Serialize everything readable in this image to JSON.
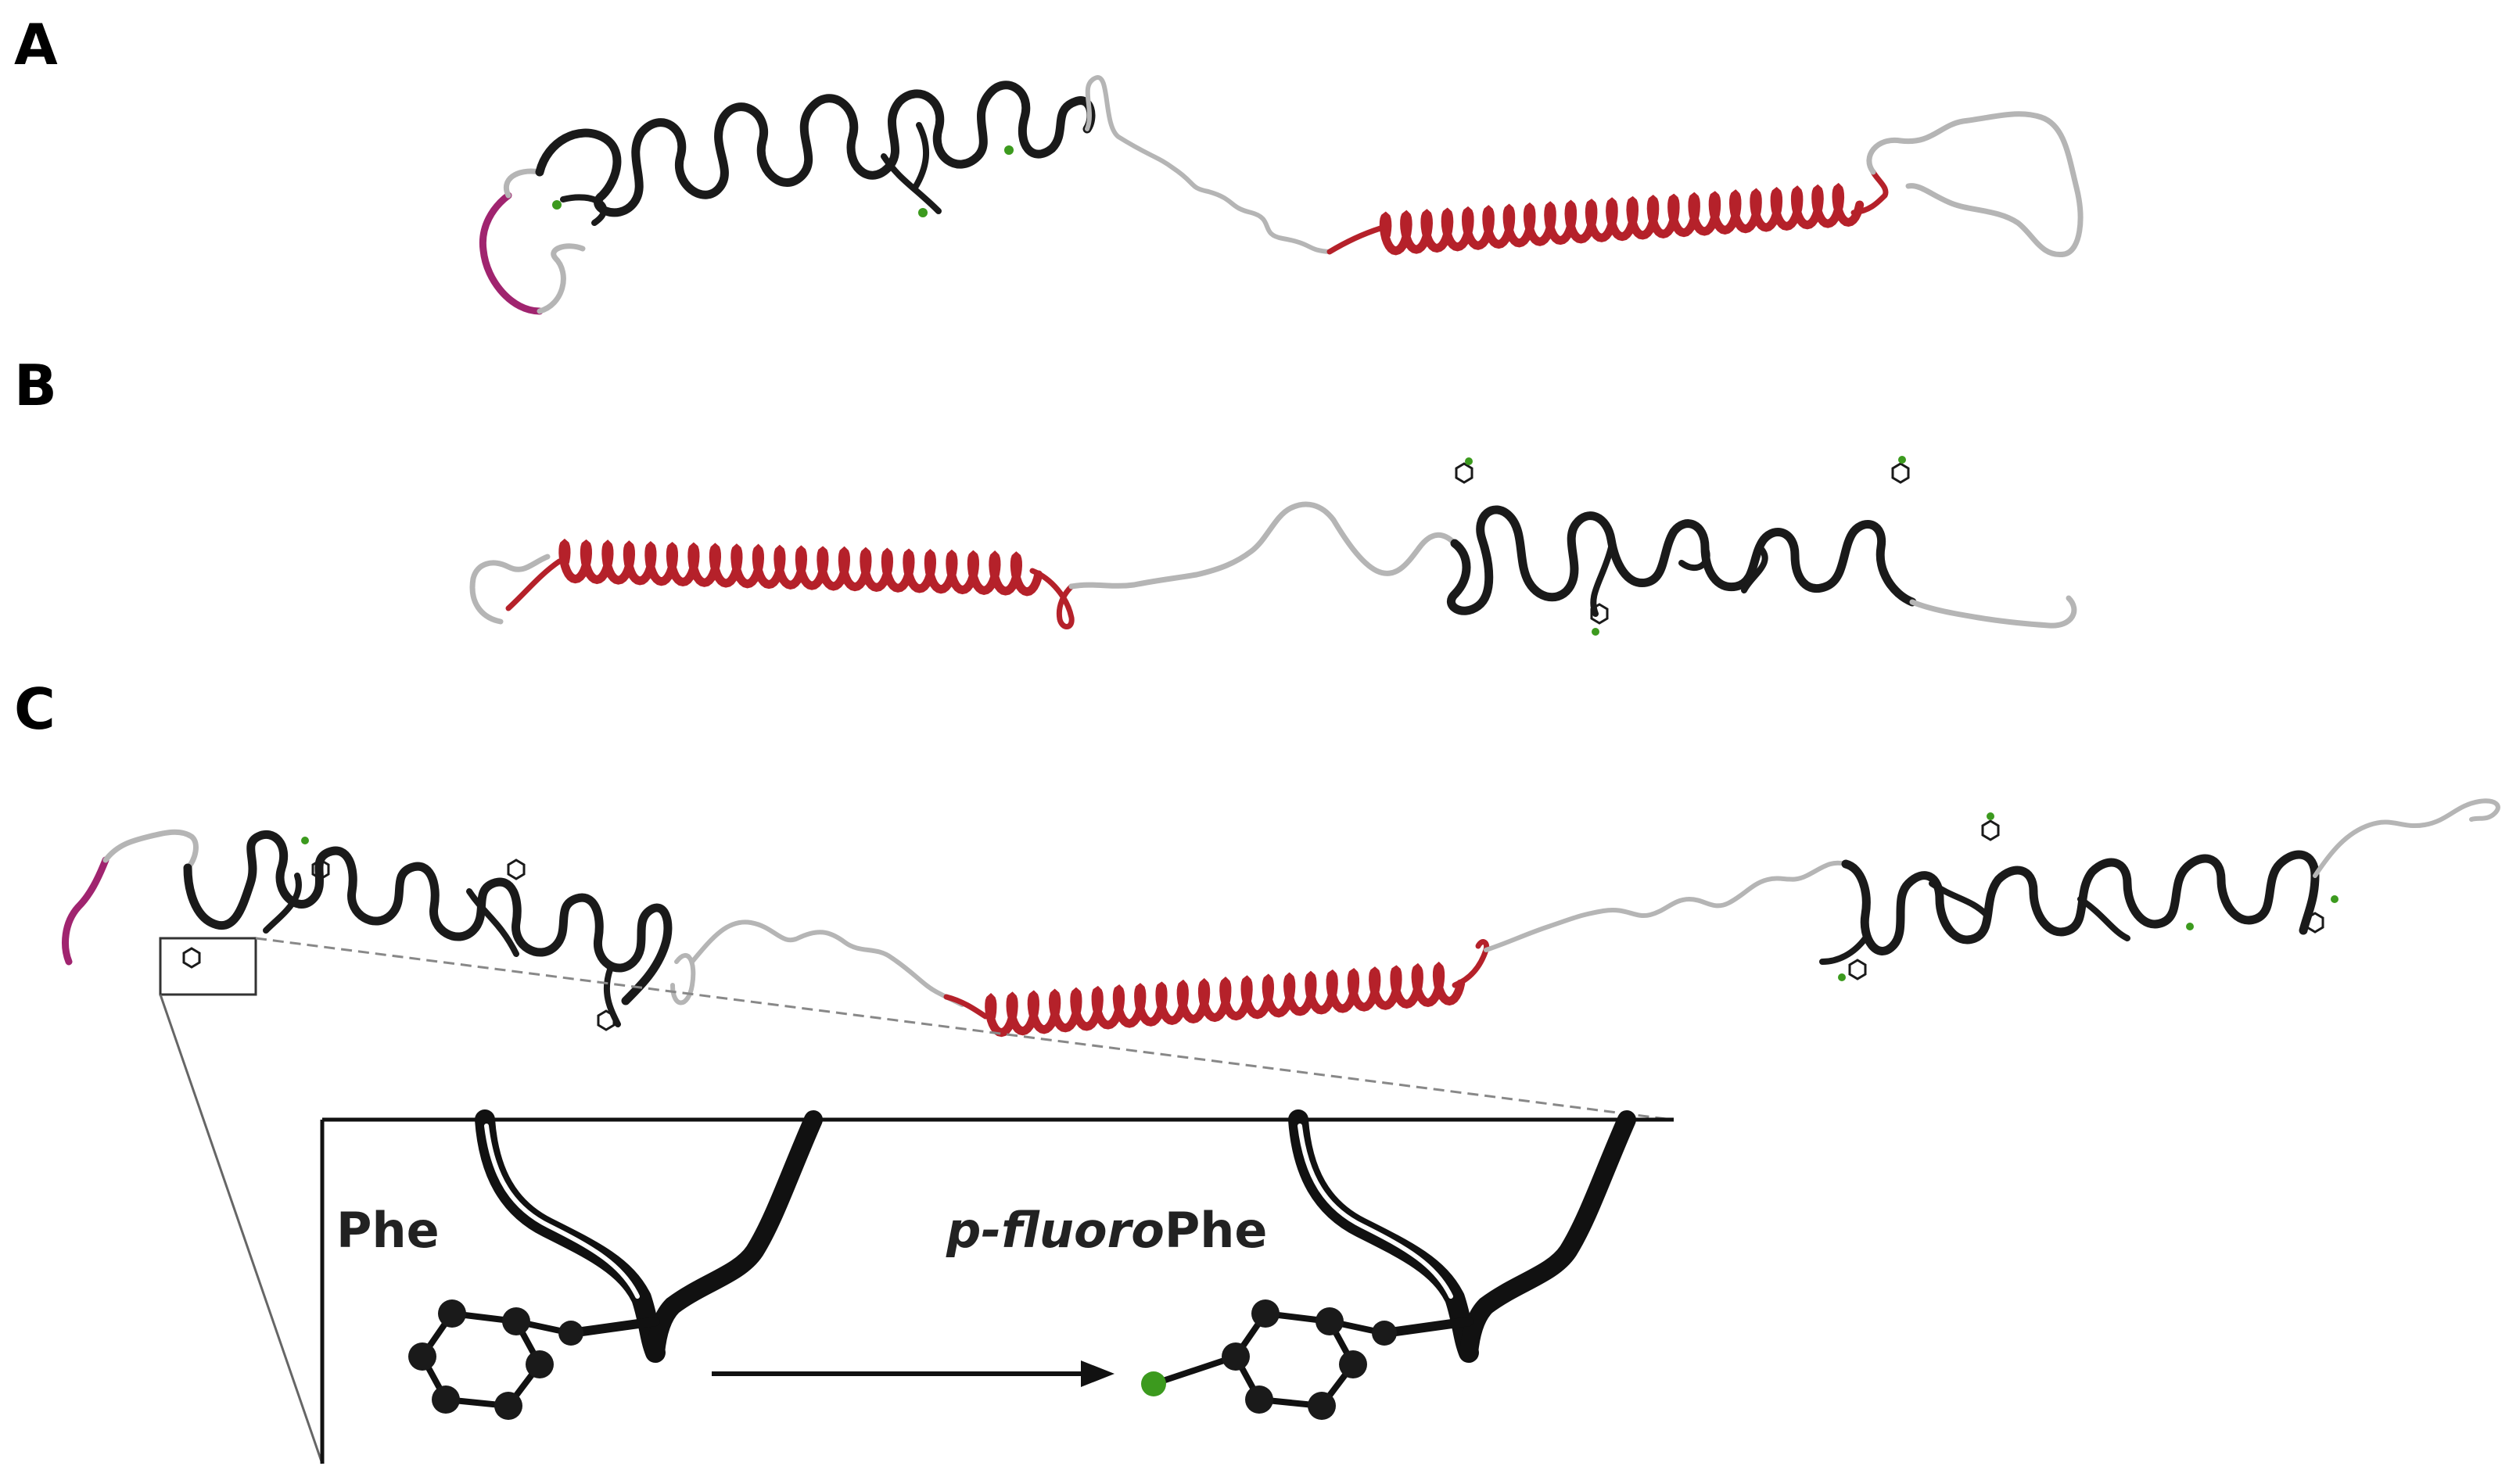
{
  "figure": {
    "panels": [
      {
        "id": "A",
        "label": "A"
      },
      {
        "id": "B",
        "label": "B"
      },
      {
        "id": "C",
        "label": "C"
      }
    ],
    "inset": {
      "left_label": "Phe",
      "right_label_italic": "p-fluoro",
      "right_label_plain": "Phe"
    },
    "colors": {
      "loop": "#1a1a1a",
      "linker": "#b5b5b5",
      "helix": "#b5212a",
      "terminus": "#a0246f",
      "fluorine": "#3c9a1e",
      "atom": "#1a1a1a"
    }
  }
}
